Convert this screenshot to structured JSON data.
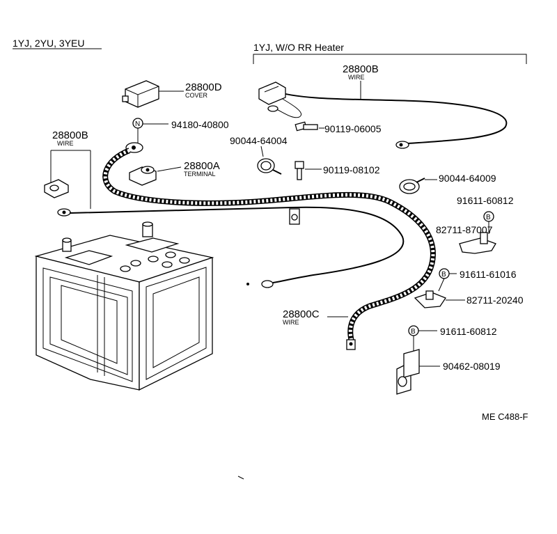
{
  "headers": {
    "models": "1YJ, 2YU, 3YEU",
    "variant": "1YJ, W/O RR Heater"
  },
  "labels": {
    "wire_top_pn": "28800B",
    "wire_top_desc": "WIRE",
    "cover_pn": "28800D",
    "cover_desc": "COVER",
    "nut_top_pn": "94180-40800",
    "nut_marker": "N",
    "bolt1_pn": "90119-06005",
    "clamp1_pn": "90044-64004",
    "wire_left_pn": "28800B",
    "wire_left_desc": "WIRE",
    "terminal_pn": "28800A",
    "terminal_desc": "TERMINAL",
    "bolt2_pn": "90119-08102",
    "clamp2_pn": "90044-64009",
    "bolt3_pn": "91611-60812",
    "bracket1_pn": "82711-87007",
    "bolt4_pn": "91611-61016",
    "bracket2_pn": "82711-20240",
    "wire_c_pn": "28800C",
    "wire_c_desc": "WIRE",
    "bolt5_pn": "91611-60812",
    "bracket3_pn": "90462-08019",
    "bolt_marker": "B",
    "figure_code": "ME C488-F"
  }
}
